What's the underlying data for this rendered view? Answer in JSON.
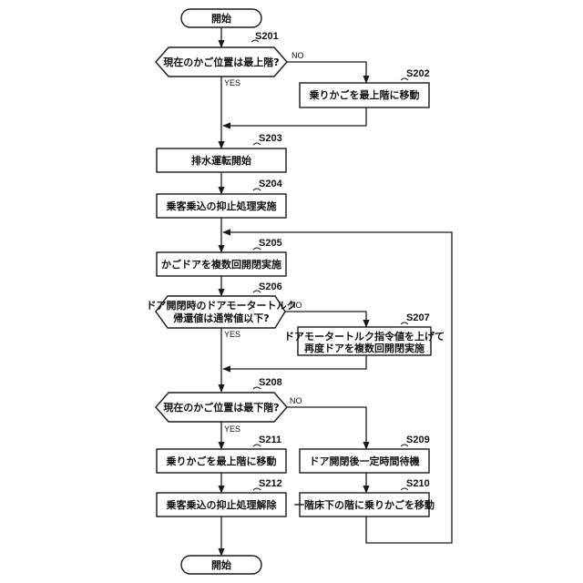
{
  "start_label": "開始",
  "end_label": "開始",
  "yes_label": "YES",
  "no_label": "NO",
  "steps": {
    "s201": {
      "id": "S201",
      "text": "現在のかご位置は最上階?"
    },
    "s202": {
      "id": "S202",
      "text": "乗りかごを最上階に移動"
    },
    "s203": {
      "id": "S203",
      "text": "排水運転開始"
    },
    "s204": {
      "id": "S204",
      "text": "乗客乗込の抑止処理実施"
    },
    "s205": {
      "id": "S205",
      "text": "かごドアを複数回開閉実施"
    },
    "s206": {
      "id": "S206",
      "line1": "ドア開閉時のドアモータートルク",
      "line2": "帰還値は通常値以下?"
    },
    "s207": {
      "id": "S207",
      "line1": "ドアモータートルク指令値を上げて",
      "line2": "再度ドアを複数回開閉実施"
    },
    "s208": {
      "id": "S208",
      "text": "現在のかご位置は最下階?"
    },
    "s209": {
      "id": "S209",
      "text": "ドア開閉後一定時間待機"
    },
    "s210": {
      "id": "S210",
      "text": "一階床下の階に乗りかごを移動"
    },
    "s211": {
      "id": "S211",
      "text": "乗りかごを最上階に移動"
    },
    "s212": {
      "id": "S212",
      "text": "乗客乗込の抑止処理解除"
    }
  }
}
